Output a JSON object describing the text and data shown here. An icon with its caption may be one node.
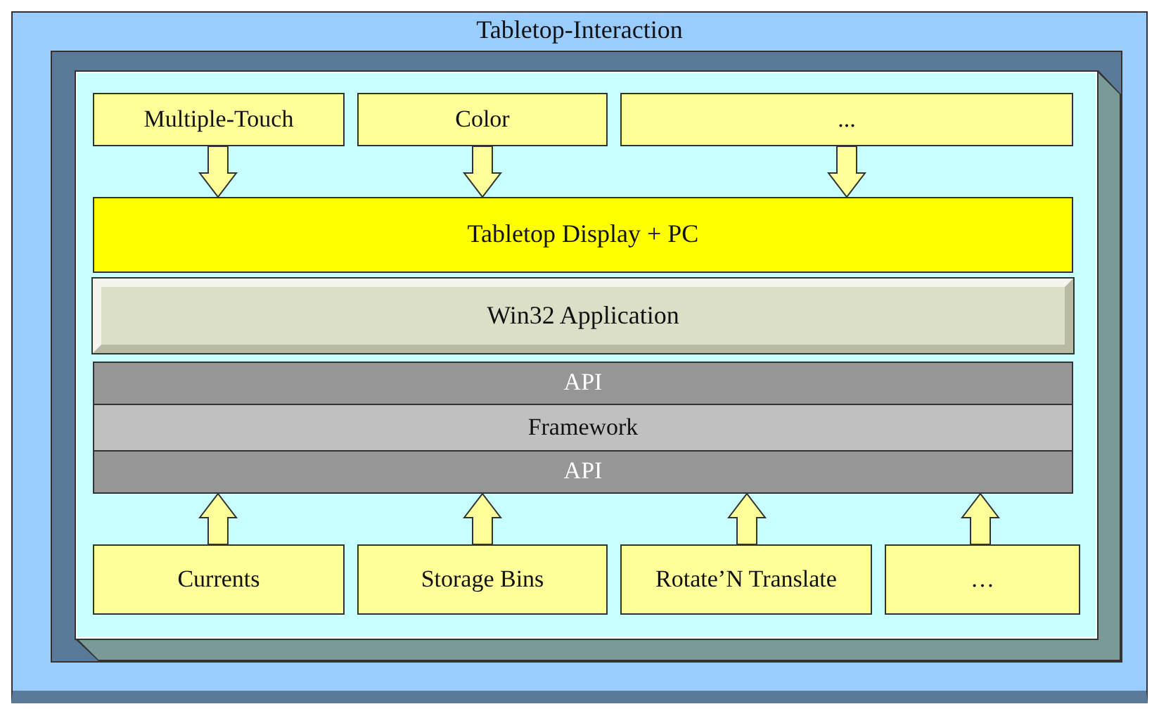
{
  "diagram": {
    "nodes": [
      {
        "text": [
          "Tabletop-Interaction"
        ]
      },
      {
        "text": [
          "Multiple-Touch"
        ],
        "in": 0
      },
      {
        "text": [
          "Color"
        ],
        "in": 0
      },
      {
        "text": [
          "..."
        ],
        "in": 0
      },
      {
        "text": [
          "Tabletop Display + PC"
        ],
        "in": 0
      },
      {
        "text": [
          "Win32 Application"
        ],
        "in": 0
      },
      {
        "text": [
          "API"
        ],
        "in": 0
      },
      {
        "text": [
          "Framework"
        ],
        "in": 0
      },
      {
        "text": [
          "API"
        ],
        "in": 0
      },
      {
        "text": [
          "Currents"
        ],
        "in": 0
      },
      {
        "text": [
          "Storage Bins"
        ],
        "in": 0
      },
      {
        "text": [
          "Rotate’N Translate"
        ],
        "in": 0
      },
      {
        "text": [
          "…"
        ],
        "in": 0
      }
    ],
    "edges": [
      {
        "from": 1,
        "to": 4,
        "arrow": "to"
      },
      {
        "from": 2,
        "to": 4,
        "arrow": "to"
      },
      {
        "from": 3,
        "to": 4,
        "arrow": "to"
      },
      {
        "from": 9,
        "to": 8,
        "arrow": "to"
      },
      {
        "from": 10,
        "to": 8,
        "arrow": "to"
      },
      {
        "from": 11,
        "to": 8,
        "arrow": "to"
      },
      {
        "from": 12,
        "to": 8,
        "arrow": "to"
      }
    ]
  }
}
